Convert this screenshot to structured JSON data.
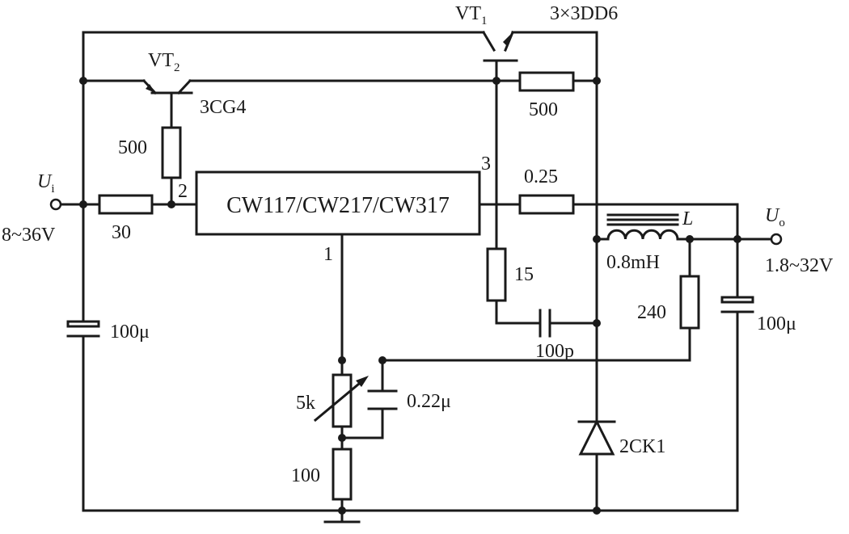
{
  "ic": {
    "name": "CW117/CW217/CW317",
    "pin1": "1",
    "pin2": "2",
    "pin3": "3"
  },
  "transistors": {
    "vt1": {
      "main": "VT",
      "sub": "1",
      "part": "3×3DD6"
    },
    "vt2": {
      "main": "VT",
      "sub": "2",
      "part": "3CG4"
    }
  },
  "resistors": {
    "r_vt2": "500",
    "r_vt1": "500",
    "r_input": "30",
    "r_sense": "0.25",
    "r_comp": "15",
    "r_fb": "240",
    "r_pot": "5k",
    "r_bottom": "100"
  },
  "capacitors": {
    "c_in": "100μ",
    "c_out": "100μ",
    "c_comp": "100p",
    "c_adj": "0.22μ"
  },
  "inductor": {
    "symbol": "L",
    "value": "0.8mH"
  },
  "diode": {
    "part": "2CK1"
  },
  "input": {
    "symbol": "U",
    "sub": "i",
    "range": "8~36V"
  },
  "output": {
    "symbol": "U",
    "sub": "o",
    "range": "1.8~32V"
  }
}
